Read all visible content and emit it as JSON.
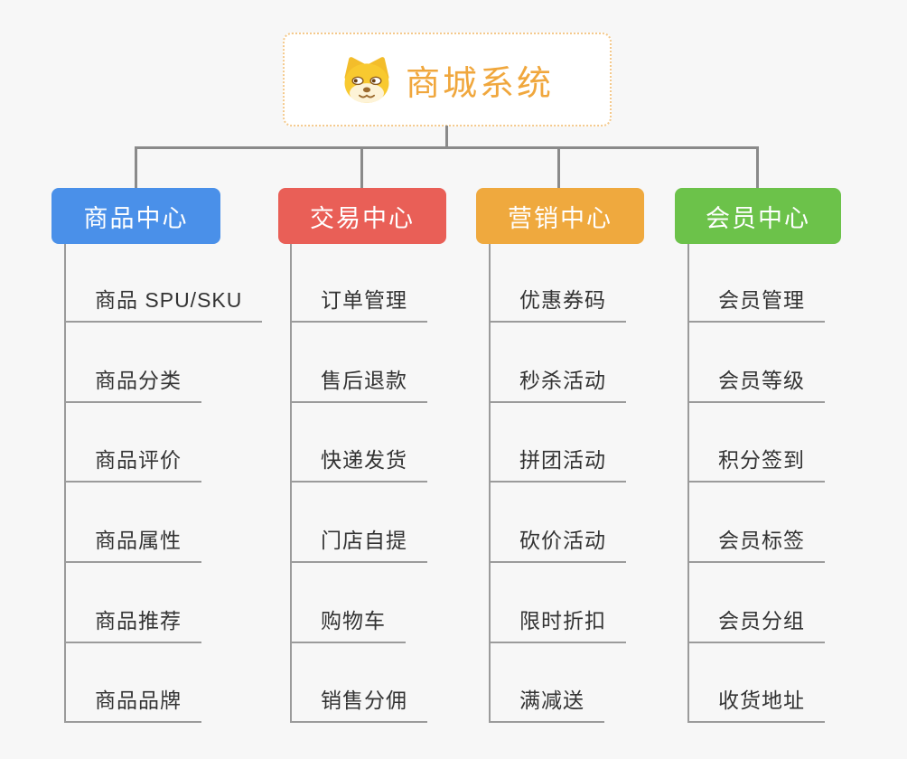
{
  "page": {
    "background_color": "#f7f7f7",
    "connector_color": "#8a8a8a",
    "leaf_line_color": "#9b9b9b"
  },
  "root": {
    "title": "商城系统",
    "icon": "doge-icon",
    "text_color": "#f0a73d",
    "border_color": "#f4c98c"
  },
  "branches": [
    {
      "label": "商品中心",
      "color": "#4a90e9",
      "items": [
        "商品 SPU/SKU",
        "商品分类",
        "商品评价",
        "商品属性",
        "商品推荐",
        "商品品牌"
      ]
    },
    {
      "label": "交易中心",
      "color": "#e95f57",
      "items": [
        "订单管理",
        "售后退款",
        "快递发货",
        "门店自提",
        "购物车",
        "销售分佣"
      ]
    },
    {
      "label": "营销中心",
      "color": "#efa93e",
      "items": [
        "优惠券码",
        "秒杀活动",
        "拼团活动",
        "砍价活动",
        "限时折扣",
        "满减送"
      ]
    },
    {
      "label": "会员中心",
      "color": "#6cc24a",
      "items": [
        "会员管理",
        "会员等级",
        "积分签到",
        "会员标签",
        "会员分组",
        "收货地址"
      ]
    }
  ]
}
